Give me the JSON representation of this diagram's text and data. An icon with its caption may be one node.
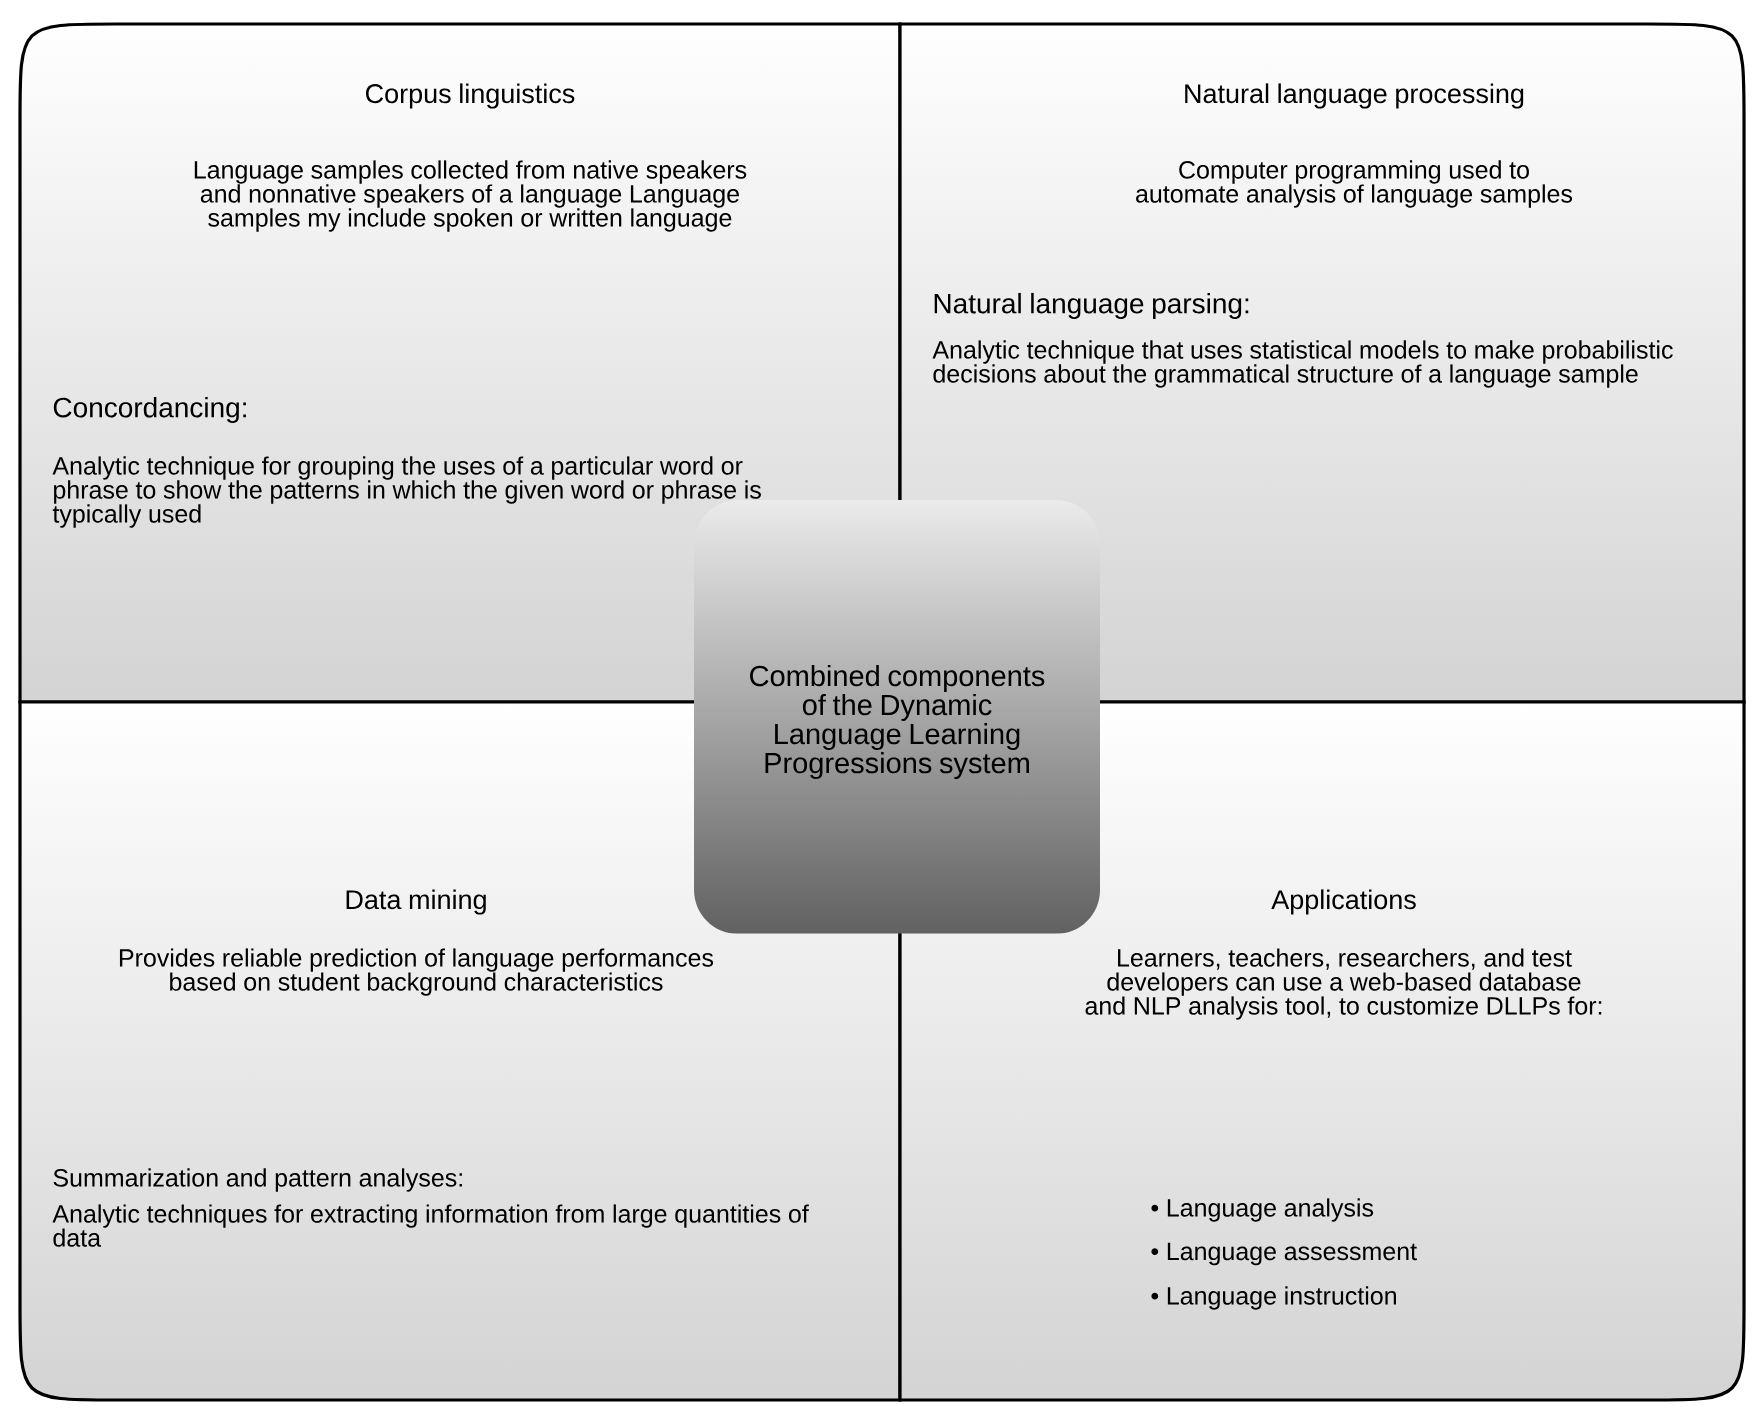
{
  "diagram": {
    "nodes": [
      {
        "text": [
          "Corpus linguistics",
          "Language samples collected from native speakers and nonnative speakers of a language Language samples my include spoken or written language",
          "Concordancing:",
          "Analytic technique for grouping the uses of a particular word or phrase to show the patterns in which the given word or phrase is typically used"
        ]
      },
      {
        "text": [
          "Natural language processing",
          "Computer programming used to automate analysis of language samples",
          "Natural language parsing:",
          "Analytic technique that uses statistical models to make probabilistic decisions about the grammatical structure of a language sample"
        ]
      },
      {
        "text": [
          "Data mining",
          "Provides reliable prediction of language performances based on student background characteristics",
          "Summarization and pattern analyses:",
          "Analytic techniques for extracting information from large quantities of data"
        ]
      },
      {
        "text": [
          "Applications",
          "Learners, teachers, researchers, and test developers can use a web-based database and NLP analysis tool, to customize DLLPs for:",
          "• Language analysis",
          "• Language assessment",
          "• Language instruction"
        ]
      },
      {
        "text": [
          "Combined components of the Dynamic Language Learning Progressions system"
        ]
      }
    ]
  }
}
